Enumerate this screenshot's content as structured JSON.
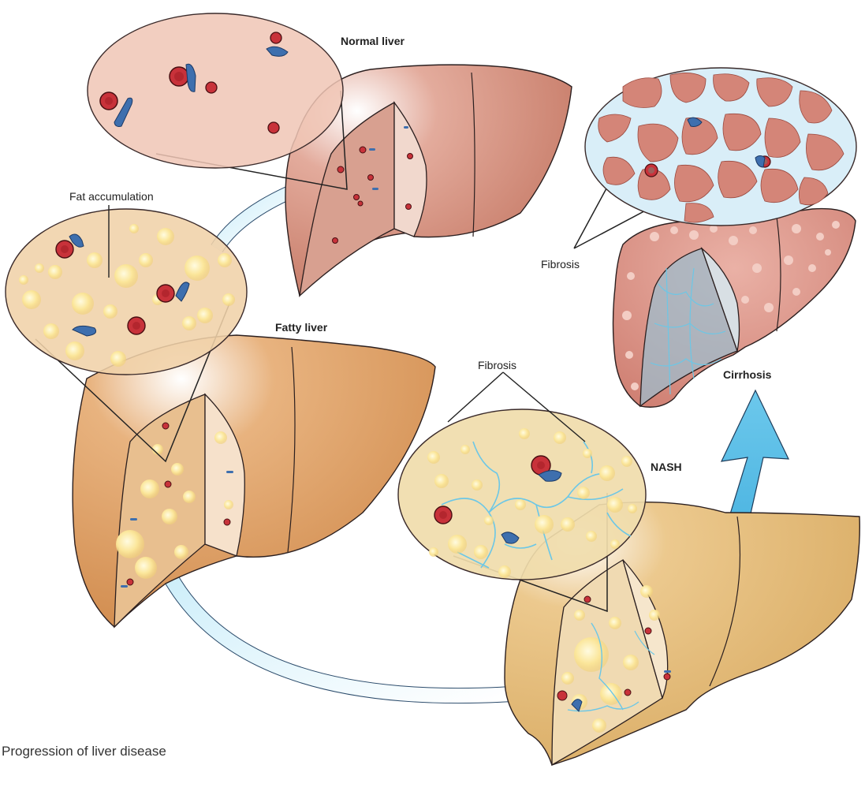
{
  "labels": {
    "normal_liver": "Normal liver",
    "fat_accumulation": "Fat accumulation",
    "fatty_liver": "Fatty liver",
    "fibrosis_cirrhosis": "Fibrosis",
    "fibrosis_nash": "Fibrosis",
    "nash": "NASH",
    "cirrhosis": "Cirrhosis"
  },
  "caption": "Progression of liver disease",
  "colors": {
    "normal_liver": "#cf8a78",
    "fatty_liver": "#d99a5c",
    "nash_liver": "#e2bd78",
    "cirrhosis_liver": "#d99589",
    "arrow_blue": "#6cc8ec",
    "fibrosis_blue": "#6cc7e6",
    "fat_droplet": "#fbe9a4",
    "blood_cell_red": "#c8323a",
    "cell_blue": "#3e6fae"
  }
}
